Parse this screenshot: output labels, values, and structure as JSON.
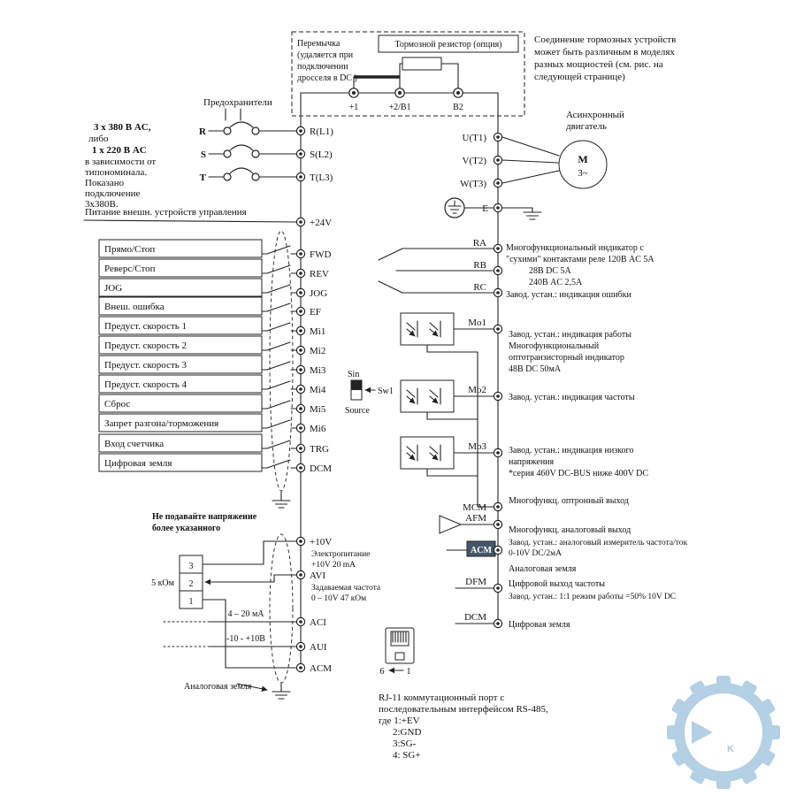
{
  "top": {
    "jumper_note_lines": [
      "Перемычка",
      "(удаляется при",
      "подключении",
      "дросселя в DC )"
    ],
    "brake_resistor_label": "Тормозной резистор (опция)",
    "terminals": [
      "+1",
      "+2/B1",
      "B2"
    ],
    "note_lines": [
      "Соединение тормозных устройств",
      "может быть различным в моделях",
      "разных мощностей (см. рис. на",
      "следующей странице)"
    ]
  },
  "power_input": {
    "note_lines": [
      "3 x 380 В AC,",
      "либо",
      "1 x 220 В AC",
      "в зависимости от",
      "типономинала.",
      "Показано",
      "подключение",
      "3х380В."
    ],
    "fuses_label": "Предохранители",
    "phases": [
      "R",
      "S",
      "T"
    ],
    "terminals": [
      "R(L1)",
      "S(L2)",
      "T(L3)"
    ],
    "control_power_label": "Питание внешн. устройств управления",
    "v24_terminal": "+24V"
  },
  "digital_inputs": {
    "rows": [
      {
        "label": "Прямо/Стоп",
        "terminal": "FWD"
      },
      {
        "label": "Реверс/Стоп",
        "terminal": "REV"
      },
      {
        "label": "JOG",
        "terminal": "JOG"
      },
      {
        "label": "Внеш. ошибка",
        "terminal": "EF"
      },
      {
        "label": "Предуст. скорость 1",
        "terminal": "Mi1"
      },
      {
        "label": "Предуст. скорость 2",
        "terminal": "Mi2"
      },
      {
        "label": "Предуст. скорость 3",
        "terminal": "Mi3"
      },
      {
        "label": "Предуст. скорость 4",
        "terminal": "Mi4"
      },
      {
        "label": "Сброс",
        "terminal": "Mi5"
      },
      {
        "label": "Запрет разгона/торможения",
        "terminal": "Mi6"
      },
      {
        "label": "Вход счетчика",
        "terminal": "TRG"
      },
      {
        "label": "Цифровая земля",
        "terminal": "DCM"
      }
    ],
    "sw1": {
      "top": "Sin",
      "name": "Sw1",
      "bottom": "Source"
    }
  },
  "analog_inputs": {
    "warning_lines": [
      "Не подавайте напряжение",
      "более указанного"
    ],
    "pot_value": "5 кОм",
    "pot_pins": [
      "3",
      "2",
      "1"
    ],
    "v10": {
      "terminal": "+10V",
      "desc_lines": [
        "Электропитание",
        "+10V 20 mA"
      ]
    },
    "avi": {
      "terminal": "AVI",
      "desc_lines": [
        "Задаваемая частота",
        "0 – 10V  47 кОм"
      ]
    },
    "aci": {
      "terminal": "ACI",
      "range": "4 – 20 мА"
    },
    "aui": {
      "terminal": "AUI",
      "range": "-10 - +10В"
    },
    "acm": {
      "terminal": "ACM"
    },
    "ground_label": "Аналоговая земля"
  },
  "outputs": {
    "motor": {
      "name_lines": [
        "Асинхронный",
        "двигатель"
      ],
      "symbol": "M",
      "phases": "3~",
      "terminals": [
        "U(T1)",
        "V(T2)",
        "W(T3)"
      ],
      "ground_terminal": "E"
    },
    "relay": {
      "terminals": [
        "RA",
        "RB",
        "RC"
      ],
      "note_lines": [
        "Многофункциональный индикатор с",
        "\"сухими\" контактами реле 120В AC 5A",
        "28В DC 5A",
        "240В AC 2,5A",
        "Завод. устан.: индикация ошибки"
      ]
    },
    "mo1": {
      "terminal": "Mo1",
      "note_lines": [
        "Завод. устан.: индикация работы",
        "Многофункциональный",
        "оптотранзисторный индикатор",
        "48В DC  50мА"
      ]
    },
    "mo2": {
      "terminal": "Mo2",
      "note": "Завод. устан.: индикация частоты"
    },
    "mo3": {
      "terminal": "Mo3",
      "note_lines": [
        "Завод. устан.: индикация низкого",
        "напряжения",
        "*серия 460V DC-BUS ниже 400V DC"
      ]
    },
    "mcm": {
      "terminal": "MCM",
      "note": "Многофункц. оптронный выход"
    },
    "afm": {
      "terminal": "AFM",
      "note": "Многофункц. аналоговый выход"
    },
    "acm": {
      "terminal": "ACM",
      "note_lines": [
        "Завод. устан.: аналоговый измеритель частота/ток",
        "0-10V DC/2мА"
      ],
      "ground_note": "Аналоговая земля"
    },
    "dfm": {
      "terminal": "DFM",
      "note_lines": [
        "Цифровой выход частоты",
        "Завод. устан.: 1:1 режим работы =50% 10V DC"
      ]
    },
    "dcm": {
      "terminal": "DCM",
      "note": "Цифровая земля"
    }
  },
  "rj11": {
    "pin_start": "6",
    "pin_end": "1",
    "note_lines": [
      "RJ-11 коммутационный порт с",
      "последовательным интерфейсом RS-485,",
      "где 1:+EV",
      "2:GND",
      "3:SG-",
      "4: SG+"
    ]
  },
  "logo": {
    "letter": "K"
  }
}
